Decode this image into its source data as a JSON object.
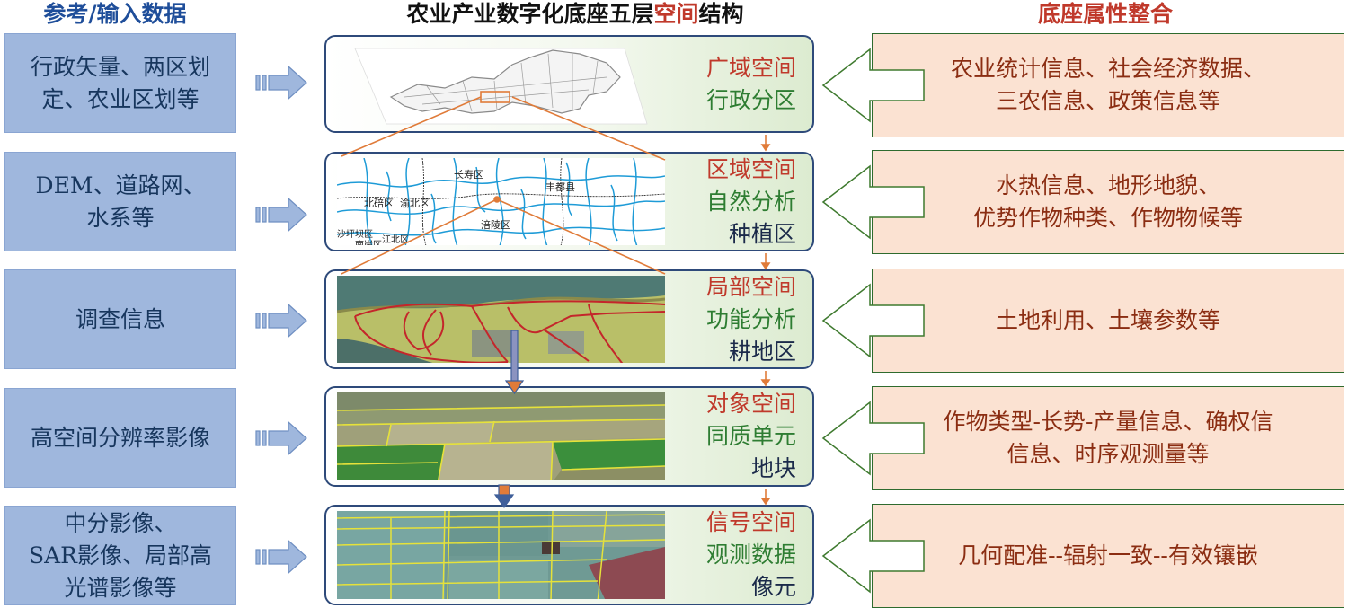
{
  "headers": {
    "left": "参考/输入数据",
    "middle_prefix": "农业产业数字化底座五层",
    "middle_highlight": "空间",
    "middle_suffix": "结构",
    "right": "底座属性整合"
  },
  "inputs": [
    {
      "line1": "行政矢量、两区划",
      "line2": "定、农业区划等"
    },
    {
      "line1": "DEM、道路网、",
      "line2": "水系等"
    },
    {
      "line1": "调查信息",
      "line2": ""
    },
    {
      "line1": "高空间分辨率影像",
      "line2": ""
    },
    {
      "line1": "中分影像、",
      "line2": "SAR影像、局部高",
      "line3": "光谱影像等"
    }
  ],
  "layers": [
    {
      "title": "广域空间",
      "subtitle": "行政分区",
      "unit": ""
    },
    {
      "title": "区域空间",
      "subtitle": "自然分析",
      "unit": "种植区"
    },
    {
      "title": "局部空间",
      "subtitle": "功能分析",
      "unit": "耕地区"
    },
    {
      "title": "对象空间",
      "subtitle": "同质单元",
      "unit": "地块"
    },
    {
      "title": "信号空间",
      "subtitle": "观测数据",
      "unit": "像元"
    }
  ],
  "attributes": [
    {
      "line1": "农业统计信息、社会经济数据、",
      "line2": "三农信息、政策信息等"
    },
    {
      "line1": "水热信息、地形地貌、",
      "line2": "优势作物种类、作物物候等"
    },
    {
      "line1": "土地利用、土壤参数等",
      "line2": ""
    },
    {
      "line1": "作物类型-长势-产量信息、确权信",
      "line2": "信息、时序观测量等"
    },
    {
      "line1": "几何配准--辐射一致--有效镶嵌",
      "line2": ""
    }
  ],
  "map_labels": [
    "长寿区",
    "丰都县",
    "北碚区",
    "渝北区",
    "涪陵区",
    "沙坪坝区",
    "江北区",
    "南岸区"
  ],
  "colors": {
    "header_blue": "#1f4e9a",
    "accent_red": "#c0392b",
    "green_text": "#2e7d32",
    "input_fill": "#9fb7dd",
    "attr_fill": "#fbe2d2",
    "layer_border": "#2e4a7a",
    "connector_orange": "#e07b39"
  }
}
